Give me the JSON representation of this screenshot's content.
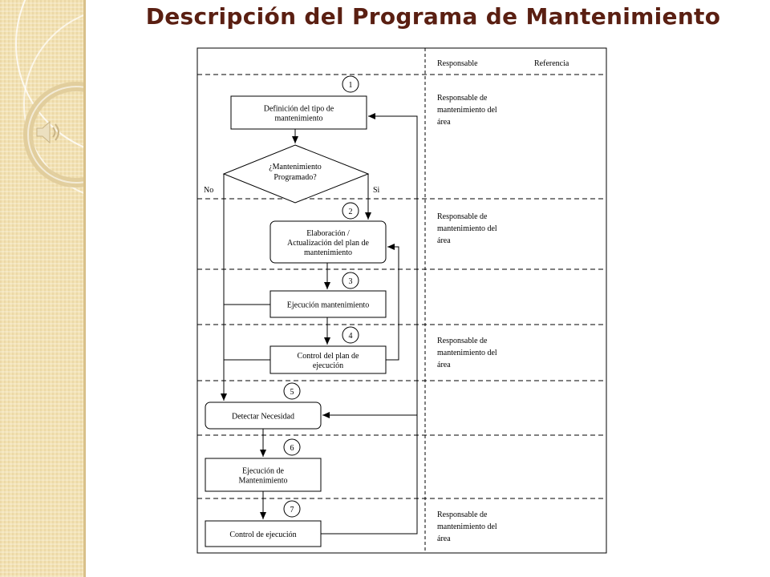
{
  "title": "Descripción del Programa de Mantenimiento",
  "sidebar": {
    "icon": "speaker-icon"
  },
  "table": {
    "col_responsable": "Responsable",
    "col_referencia": "Referencia"
  },
  "steps": [
    {
      "number": "1",
      "lines": [
        "Definición del tipo de",
        "mantenimiento"
      ],
      "responsible": [
        "Responsable de",
        "mantenimiento del",
        "área"
      ]
    },
    {
      "number": "2",
      "lines": [
        "Elaboración  /",
        "Actualización del plan de",
        "mantenimiento"
      ],
      "responsible": [
        "Responsable de",
        "mantenimiento del",
        "área"
      ]
    },
    {
      "number": "3",
      "lines": [
        "Ejecución mantenimiento"
      ],
      "responsible": []
    },
    {
      "number": "4",
      "lines": [
        "Control del plan de",
        "ejecución"
      ],
      "responsible": [
        "Responsable de",
        "mantenimiento del",
        "área"
      ]
    },
    {
      "number": "5",
      "lines": [
        "Detectar Necesidad"
      ],
      "responsible": []
    },
    {
      "number": "6",
      "lines": [
        "Ejecución de",
        "Mantenimiento"
      ],
      "responsible": []
    },
    {
      "number": "7",
      "lines": [
        "Control de ejecución"
      ],
      "responsible": [
        "Responsable de",
        "mantenimiento del",
        "área"
      ]
    }
  ],
  "decision": {
    "lines": [
      "¿Mantenimiento",
      "Programado?"
    ],
    "no_label": "No",
    "yes_label": "Si"
  }
}
